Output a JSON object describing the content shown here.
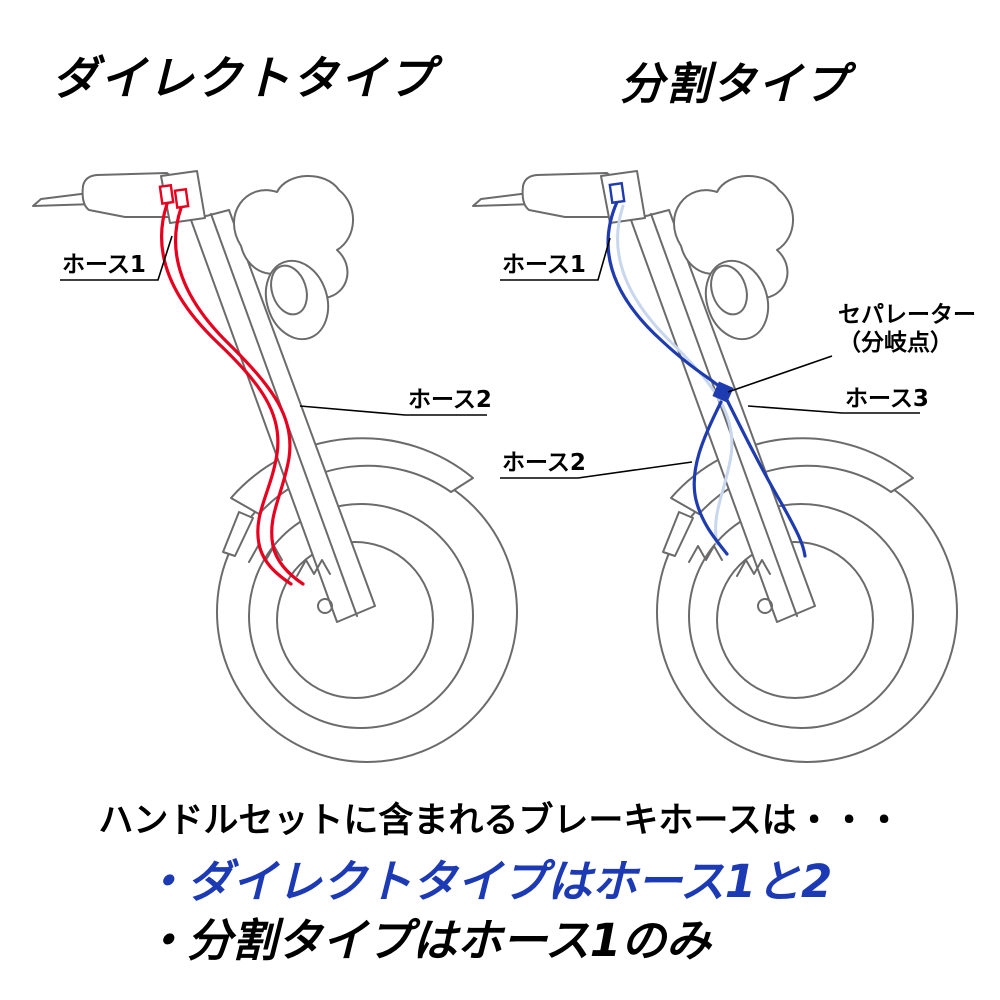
{
  "titles": {
    "left": "ダイレクトタイプ",
    "right": "分割タイプ"
  },
  "diagrams": {
    "left": {
      "name": "ダイレクトタイプ",
      "labels": {
        "hose1": "ホース1",
        "hose2": "ホース2"
      }
    },
    "right": {
      "name": "分割タイプ",
      "labels": {
        "hose1": "ホース1",
        "hose2": "ホース2",
        "hose3": "ホース3",
        "separator_line1": "セパレーター",
        "separator_line2": "（分岐点）"
      }
    }
  },
  "footer": {
    "intro": "ハンドルセットに含まれるブレーキホースは・・・",
    "bullets": [
      {
        "text": "・ダイレクトタイプはホース1と2",
        "color": "#1d3ab5"
      },
      {
        "text": "・分割タイプはホース1のみ",
        "color": "#000000"
      }
    ]
  },
  "colors": {
    "hose_red": "#e8001e",
    "hose_blue": "#1e3bb0",
    "bullet_blue": "#1d3ab5",
    "line_art": "#6b6b6b"
  }
}
